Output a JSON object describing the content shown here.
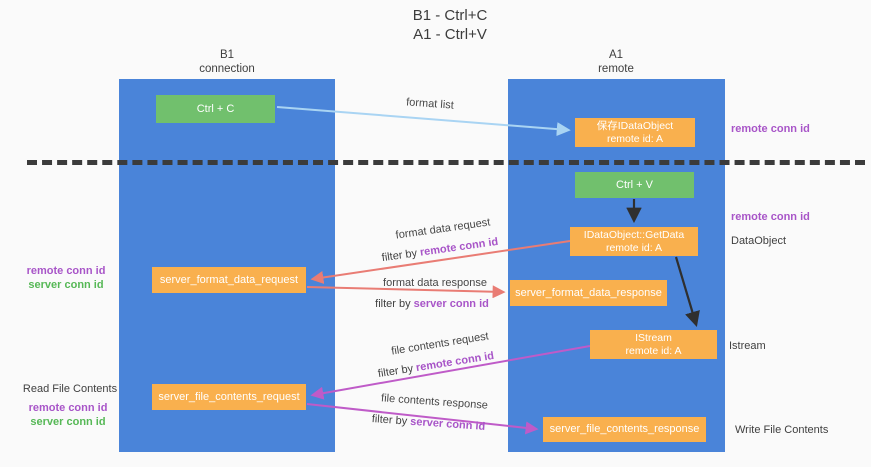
{
  "title": {
    "line1": "B1 - Ctrl+C",
    "line2": "A1 - Ctrl+V"
  },
  "lanes": {
    "left": {
      "name": "B1",
      "role": "connection"
    },
    "right": {
      "name": "A1",
      "role": "remote"
    }
  },
  "nodes": {
    "ctrl_c": {
      "label": "Ctrl + C"
    },
    "store_idataobject": {
      "line1": "保存IDataObject",
      "line2": "remote id: A"
    },
    "ctrl_v": {
      "label": "Ctrl + V"
    },
    "getdata": {
      "line1": "IDataObject::GetData",
      "line2": "remote id: A"
    },
    "istream": {
      "line1": "IStream",
      "line2": "remote id: A"
    },
    "format_request": {
      "label": "server_format_data_request"
    },
    "format_response": {
      "label": "server_format_data_response"
    },
    "file_request": {
      "label": "server_file_contents_request"
    },
    "file_response": {
      "label": "server_file_contents_response"
    }
  },
  "edges": {
    "format_list": {
      "label": "format list"
    },
    "format_data_request": {
      "label": "format data request",
      "filter_prefix": "filter by ",
      "filter_key": "remote conn id"
    },
    "format_data_response": {
      "label": "format data response",
      "filter_prefix": "filter by ",
      "filter_key": "server conn id"
    },
    "file_contents_request": {
      "label": "file contents request",
      "filter_prefix": "filter by ",
      "filter_key": "remote conn id"
    },
    "file_contents_response": {
      "label": "file contents response",
      "filter_prefix": "filter by ",
      "filter_key": "server conn id"
    }
  },
  "annotations": {
    "remote_conn_id_top_right": "remote conn id",
    "remote_conn_id_mid_right": "remote conn id",
    "dataobject": "DataObject",
    "istream": "Istream",
    "write_file_contents": "Write File Contents",
    "read_file_contents": "Read File Contents",
    "remote_conn_id_left_1": "remote conn id",
    "server_conn_id_left_1": "server conn id",
    "remote_conn_id_left_2": "remote conn id",
    "server_conn_id_left_2": "server conn id"
  },
  "colors": {
    "lane_blue": "#4a84d9",
    "node_green": "#71c06d",
    "node_orange": "#f9b04e",
    "arrow_light_blue": "#a9d4f3",
    "arrow_red": "#e97c74",
    "arrow_magenta": "#bf5bc8",
    "arrow_black": "#2f2f2f",
    "text_purple": "#a855c8",
    "text_green": "#56b856"
  }
}
